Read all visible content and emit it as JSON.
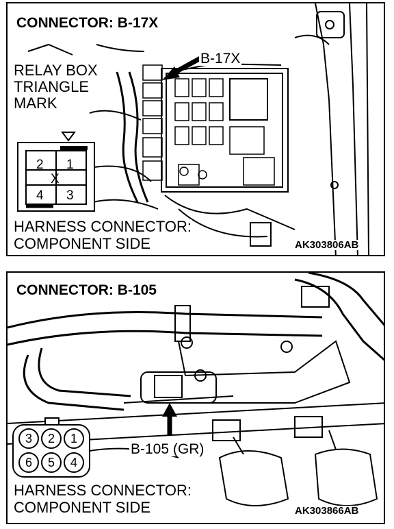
{
  "panels": [
    {
      "title": "CONNECTOR: B-17X",
      "callout": "B-17X",
      "mark_label": [
        "RELAY BOX",
        "TRIANGLE",
        "MARK"
      ],
      "pins": [
        "2",
        "1",
        "X",
        "4",
        "3"
      ],
      "side_label": [
        "HARNESS CONNECTOR:",
        "COMPONENT SIDE"
      ],
      "code": "AK303806AB"
    },
    {
      "title": "CONNECTOR: B-105",
      "callout": "B-105 (GR)",
      "pins": [
        "3",
        "2",
        "1",
        "6",
        "5",
        "4"
      ],
      "side_label": [
        "HARNESS CONNECTOR:",
        "COMPONENT SIDE"
      ],
      "code": "AK303866AB"
    }
  ]
}
